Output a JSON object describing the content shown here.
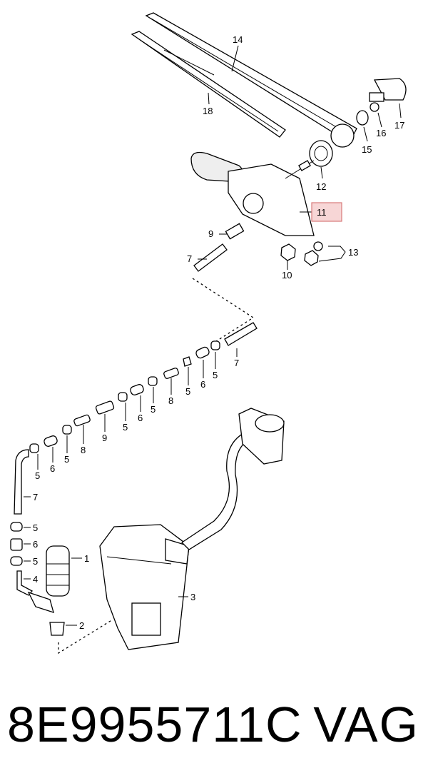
{
  "callouts": {
    "c1": "1",
    "c2": "2",
    "c3": "3",
    "c4": "4",
    "c5": "5",
    "c6": "6",
    "c7": "7",
    "c8": "8",
    "c9": "9",
    "c10": "10",
    "c11": "11",
    "c12": "12",
    "c13": "13",
    "c14": "14",
    "c15": "15",
    "c16": "16",
    "c17": "17",
    "c18": "18"
  },
  "footer": {
    "part_number": "8E9955711C",
    "brand": "VAG"
  },
  "highlight_color": "#f7d6d6"
}
